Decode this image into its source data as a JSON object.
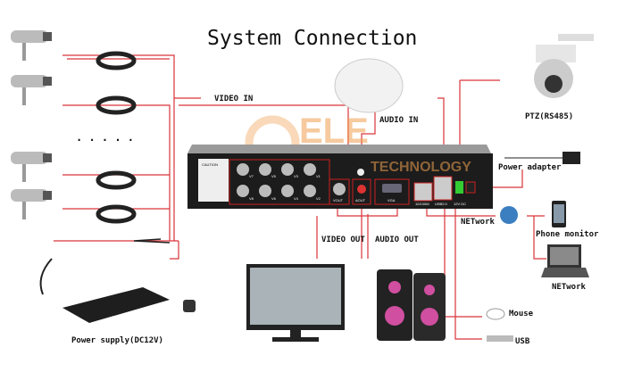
{
  "title": "System Connection",
  "watermark": {
    "line1": "ELE",
    "line2": "TECHNOLOGY"
  },
  "labels": {
    "video_in": "VIDEO IN",
    "audio_in": "AUDIO IN",
    "ptz": "PTZ(RS485)",
    "power_adapter": "Power adapter",
    "network": "NETwork",
    "phone_monitor": "Phone monitor",
    "network_laptop": "NETwork",
    "video_out": "VIDEO OUT",
    "audio_out": "AUDIO OUT",
    "mouse": "Mouse",
    "usb": "USB",
    "power_supply": "Power supply(DC12V)",
    "ellipsis": ". . . . ."
  },
  "dvr_ports": {
    "caution": "CAUTION",
    "bnc": [
      "V7",
      "V5",
      "V3",
      "V1",
      "V8",
      "V6",
      "V4",
      "V2"
    ],
    "vout": "VOUT",
    "aout": "AOUT",
    "vga": "VGA",
    "lan": "10/100M",
    "usb": "USB2.0",
    "power": "12V DC"
  },
  "colors": {
    "line": "#d9343a",
    "frame": "#cc2020",
    "dvr": "#1c1c1c"
  }
}
